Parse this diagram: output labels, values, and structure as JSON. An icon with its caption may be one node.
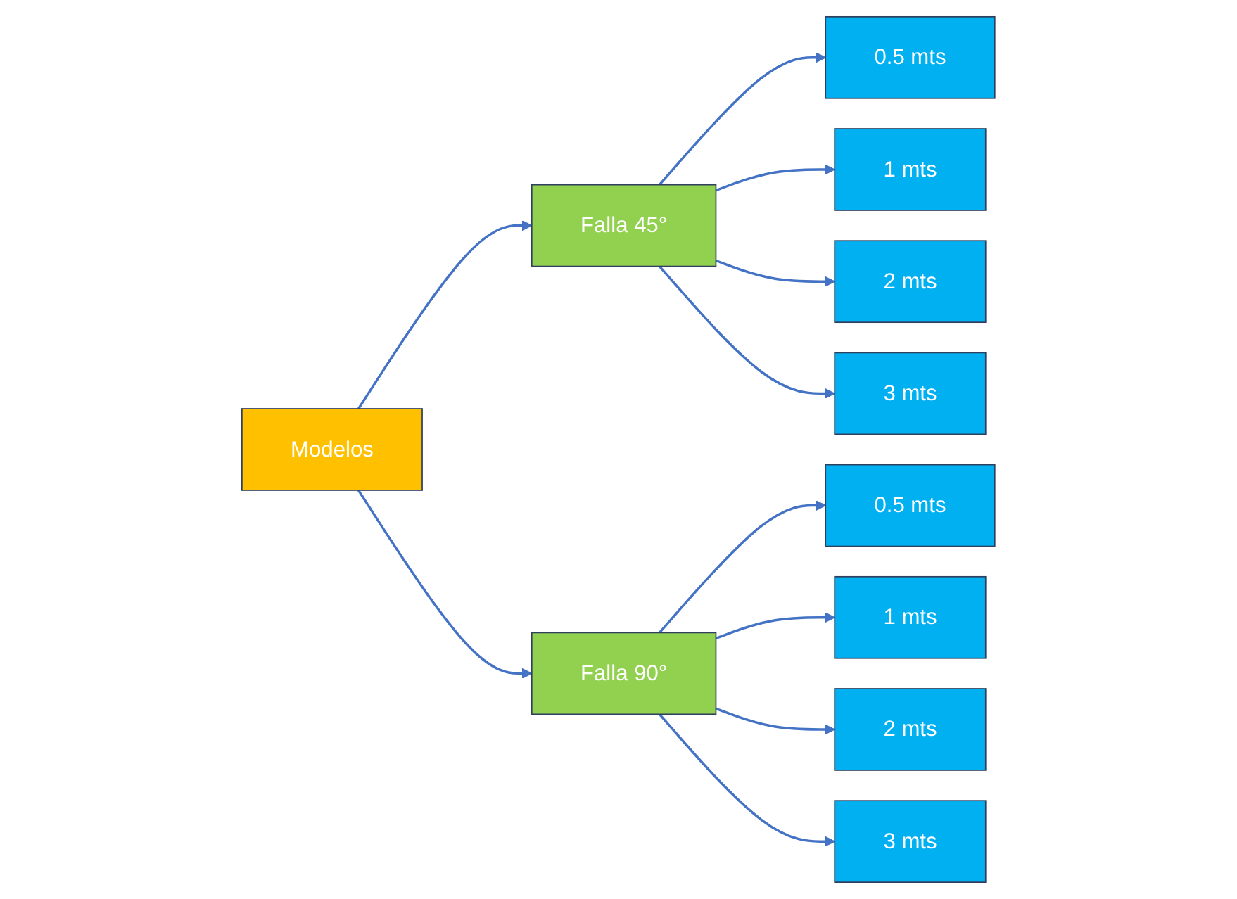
{
  "diagram": {
    "nodes": [
      {
        "text": [
          "Modelos"
        ]
      },
      {
        "text": [
          "Falla 45°"
        ]
      },
      {
        "text": [
          "0.5 mts"
        ]
      },
      {
        "text": [
          "1 mts"
        ]
      },
      {
        "text": [
          "2 mts"
        ]
      },
      {
        "text": [
          "3 mts"
        ]
      },
      {
        "text": [
          "Falla 90°"
        ]
      },
      {
        "text": [
          "0.5 mts"
        ]
      },
      {
        "text": [
          "1 mts"
        ]
      },
      {
        "text": [
          "2 mts"
        ]
      },
      {
        "text": [
          "3 mts"
        ]
      }
    ],
    "edges": [
      {
        "from": 0,
        "to": 1,
        "arrow": "to"
      },
      {
        "from": 0,
        "to": 6,
        "arrow": "to"
      },
      {
        "from": 1,
        "to": 2,
        "arrow": "to"
      },
      {
        "from": 1,
        "to": 3,
        "arrow": "to"
      },
      {
        "from": 1,
        "to": 4,
        "arrow": "to"
      },
      {
        "from": 1,
        "to": 5,
        "arrow": "to"
      },
      {
        "from": 6,
        "to": 7,
        "arrow": "to"
      },
      {
        "from": 6,
        "to": 8,
        "arrow": "to"
      },
      {
        "from": 6,
        "to": 9,
        "arrow": "to"
      },
      {
        "from": 6,
        "to": 10,
        "arrow": "to"
      }
    ]
  }
}
